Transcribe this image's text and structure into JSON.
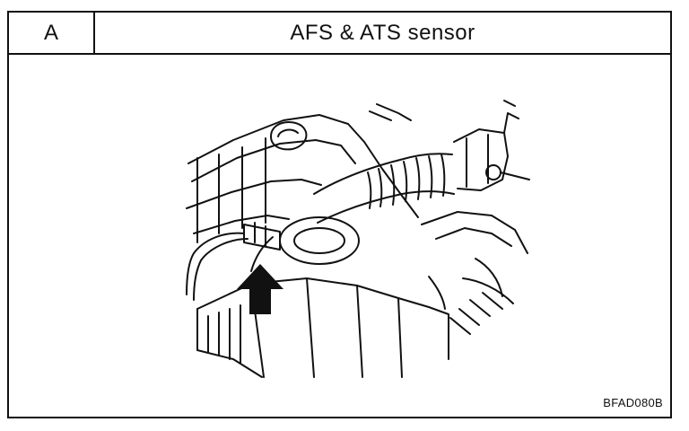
{
  "header": {
    "section_letter": "A",
    "title": "AFS & ATS sensor"
  },
  "figure": {
    "code": "BFAD080B",
    "icons": [
      "engine-bay-drawing",
      "arrow-up-icon"
    ]
  }
}
